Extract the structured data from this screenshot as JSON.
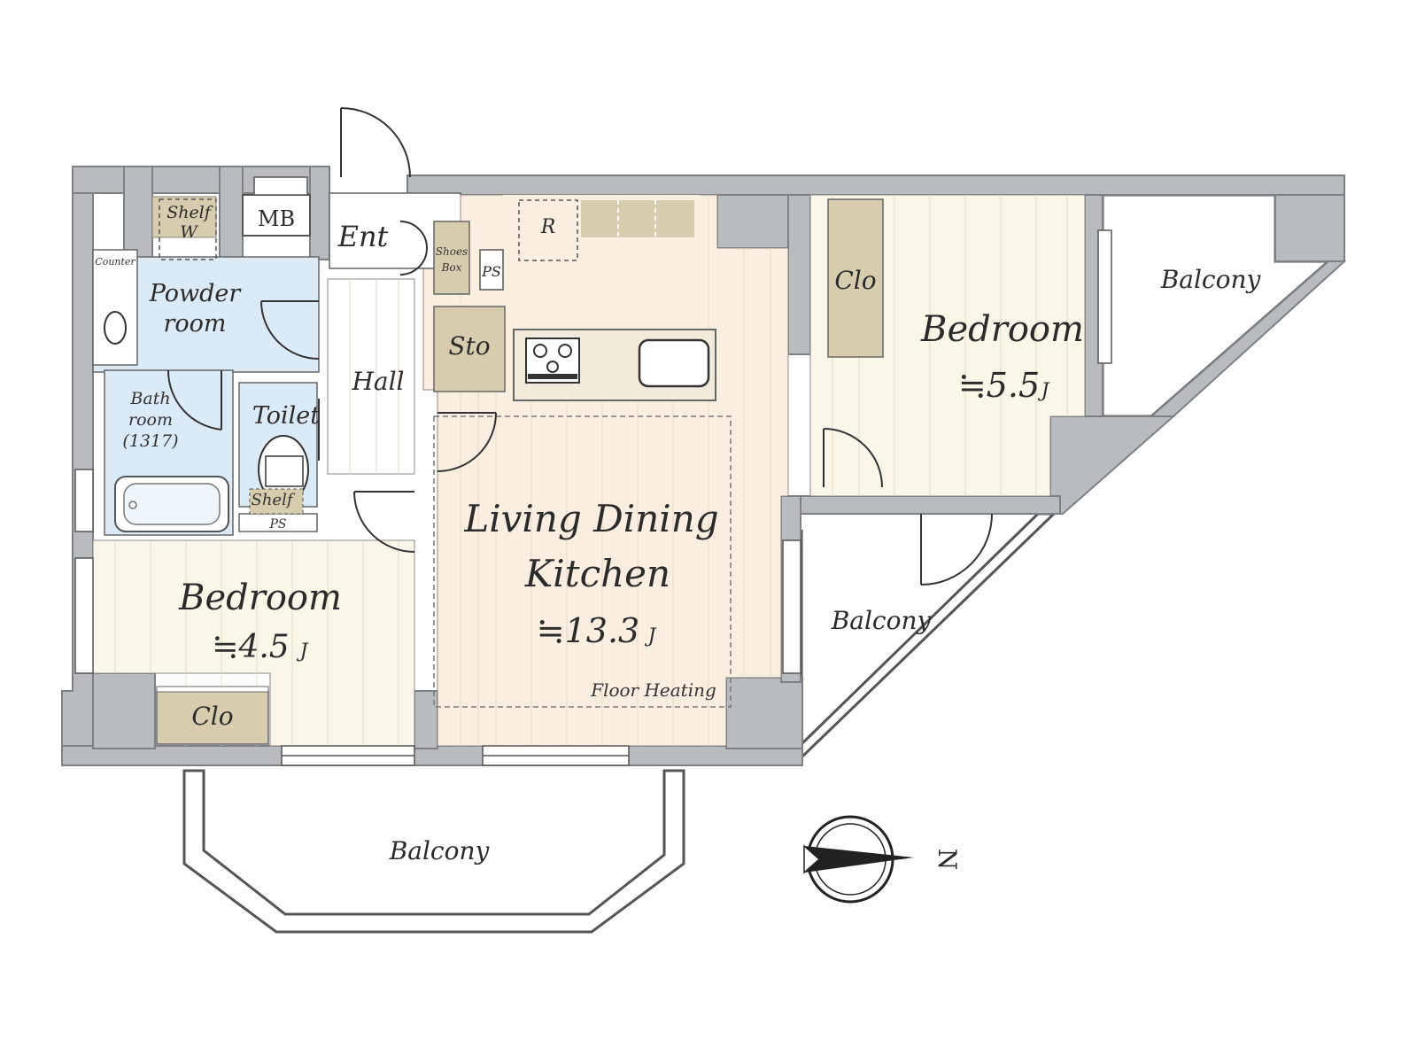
{
  "colors": {
    "wall": "#b9bcbf",
    "wall_edge": "#7d8084",
    "floor_wood": "#fbf7e8",
    "floor_ldk": "#faeee0",
    "floor_wet": "#dbeaf7",
    "storage": "#d8ccae",
    "balcony_line": "#555555",
    "text": "#2b2b2b"
  },
  "rooms": {
    "shelf_w_line1": "Shelf",
    "shelf_w_line2": "W",
    "mb": "MB",
    "ent": "Ent",
    "shoes_box_line1": "Shoes",
    "shoes_box_line2": "Box",
    "ps_top": "PS",
    "refrigerator": "R",
    "counter": "Counter",
    "powder_room_line1": "Powder",
    "powder_room_line2": "room",
    "hall": "Hall",
    "storage": "Sto",
    "bath_line1": "Bath",
    "bath_line2": "room",
    "bath_line3": "(1317)",
    "toilet": "Toilet",
    "shelf_toilet": "Shelf",
    "ps_bottom": "PS",
    "bedroom_left": "Bedroom",
    "bedroom_left_size": "≒4.5",
    "bedroom_left_unit": "J",
    "clo_left": "Clo",
    "ldk_line1": "Living Dining",
    "ldk_line2": "Kitchen",
    "ldk_size": "≒13.3",
    "ldk_unit": "J",
    "floor_heating": "Floor Heating",
    "clo_right": "Clo",
    "bedroom_right": "Bedroom",
    "bedroom_right_size": "≒5.5",
    "bedroom_right_unit": "J",
    "balcony_ne": "Balcony",
    "balcony_east": "Balcony",
    "balcony_south": "Balcony"
  },
  "compass": {
    "north_label": "N",
    "icon": "compass-icon"
  }
}
